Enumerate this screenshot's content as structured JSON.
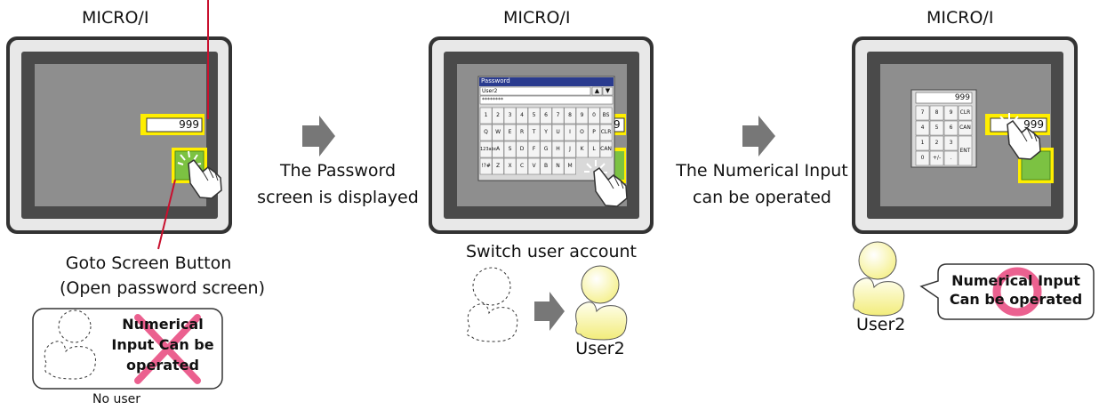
{
  "panel1": {
    "device_title": "MICRO/I",
    "numeric_value": "999",
    "button_caption_line1": "Goto Screen Button",
    "button_caption_line2": "(Open password screen)",
    "bubble_line1": "Numerical",
    "bubble_line2": "Input Can be",
    "bubble_line3": "operated",
    "user_caption": "No user"
  },
  "arrow1_text": {
    "line1": "The Password",
    "line2": "screen is displayed"
  },
  "panel2": {
    "device_title": "MICRO/I",
    "password_dialog": {
      "title": "Password",
      "user_field": "User2",
      "masked_field": "********",
      "up_arrow": "▲",
      "down_arrow": "▼",
      "rows": [
        [
          "1",
          "2",
          "3",
          "4",
          "5",
          "6",
          "7",
          "8",
          "9",
          "0",
          "BS"
        ],
        [
          "Q",
          "W",
          "E",
          "R",
          "T",
          "Y",
          "U",
          "I",
          "O",
          "P",
          "CLR"
        ],
        [
          "123abc",
          "A",
          "S",
          "D",
          "F",
          "G",
          "H",
          "J",
          "K",
          "L",
          "CAN"
        ],
        [
          "!?#",
          "Z",
          "X",
          "C",
          "V",
          "B",
          "N",
          "M"
        ]
      ]
    },
    "background_value_fragment": "9",
    "switch_caption": "Switch user account",
    "user_label": "User2"
  },
  "arrow2_text": {
    "line1": "The Numerical Input",
    "line2": "can be operated"
  },
  "panel3": {
    "device_title": "MICRO/I",
    "keypad": {
      "display": "999",
      "keys": [
        [
          "7",
          "8",
          "9",
          "CLR"
        ],
        [
          "4",
          "5",
          "6",
          "CAN"
        ],
        [
          "1",
          "2",
          "3",
          "ENT"
        ],
        [
          "0",
          "+/-",
          "."
        ]
      ]
    },
    "numeric_value_fragment": "999",
    "bubble_line1": "Numerical Input",
    "bubble_line2": "Can be operated",
    "user_label": "User2"
  },
  "colors": {
    "leader_line": "#c8102e",
    "bezel_outer": "#333333",
    "bezel_frame": "#e8e8e8",
    "screen_dark": "#4a4a4a",
    "screen_gray": "#8e8e8e",
    "highlight_yellow": "#ffee00",
    "button_green": "#7cc242",
    "arrow_gray": "#777777",
    "cross_pink": "#e8457c",
    "circle_pink": "#e8457c",
    "dialog_title_blue": "#2a3b8f",
    "person_yellow": "#ffff99"
  }
}
